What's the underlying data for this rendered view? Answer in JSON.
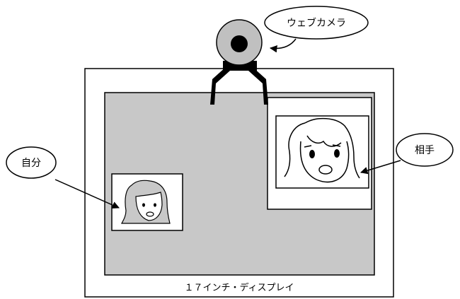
{
  "labels": {
    "webcam": "ウェブカメラ",
    "self": "自分",
    "partner": "相手",
    "display": "１７インチ・ディスプレイ"
  },
  "colors": {
    "screen": "#c8c8c8",
    "ink": "#000000",
    "paper": "#ffffff",
    "camera_body": "#c0c0c0"
  },
  "icons": [
    "webcam-icon",
    "self-face-icon",
    "partner-face-icon",
    "arrow-icon"
  ]
}
